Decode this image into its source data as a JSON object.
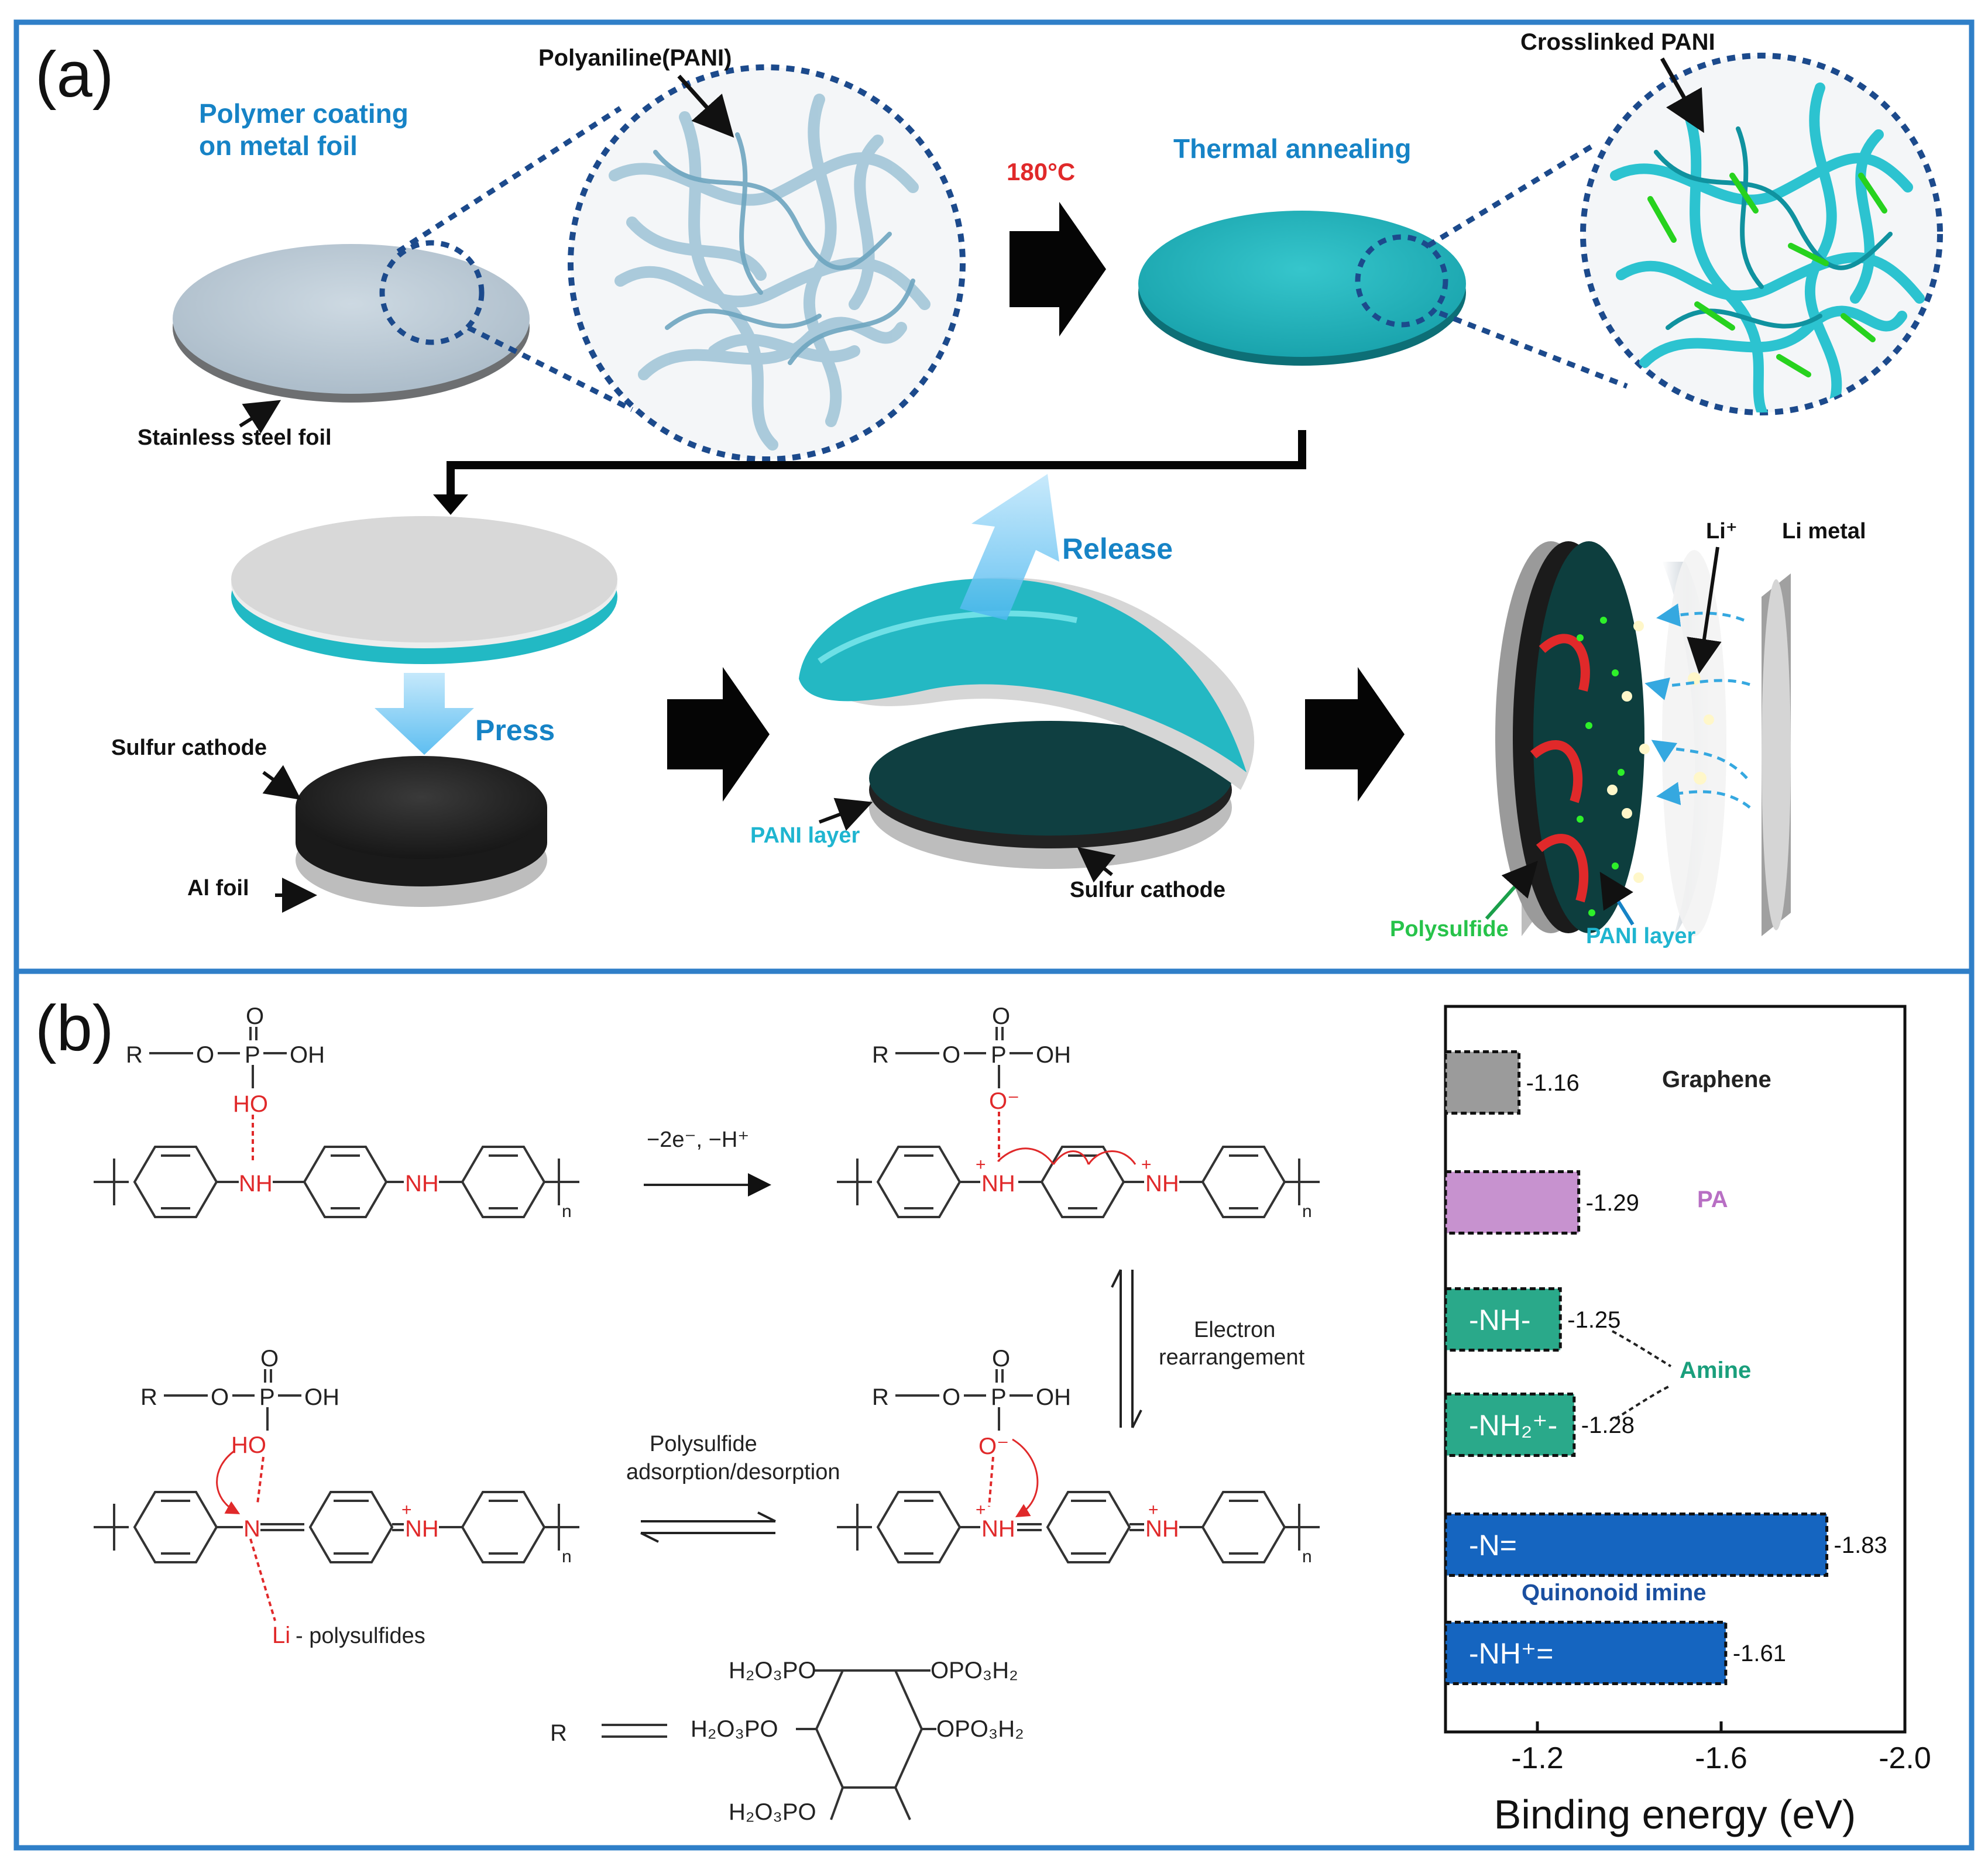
{
  "panel_a": {
    "label": "(a)",
    "polymer_coating_line1": "Polymer coating",
    "polymer_coating_line2": "on metal foil",
    "pani": "Polyaniline(PANI)",
    "temp": "180°C",
    "thermal": "Thermal annealing",
    "crosslinked": "Crosslinked PANI",
    "stainless": "Stainless steel foil",
    "release": "Release",
    "press": "Press",
    "sulfur_cathode_1": "Sulfur cathode",
    "al_foil": "Al foil",
    "pani_layer_1": "PANI layer",
    "sulfur_cathode_2": "Sulfur cathode",
    "li_ion": "Li⁺",
    "li_metal": "Li metal",
    "polysulfide": "Polysulfide",
    "pani_layer_2": "PANI layer"
  },
  "panel_b": {
    "label": "(b)",
    "r_group": "R",
    "o": "O",
    "p": "P",
    "oh": "OH",
    "ho": "HO",
    "o_minus": "O⁻",
    "nh": "NH",
    "n": "N",
    "nh_plus": "NH",
    "plus": "+",
    "n_sub": "n",
    "ox_step": "−2e⁻, −H⁺",
    "electron_1": "Electron",
    "electron_2": "rearrangement",
    "poly_ads_1": "Polysulfide",
    "poly_ads_2": "adsorption/desorption",
    "li": "Li",
    "polysulfides": "- polysulfides",
    "r_def": "R",
    "h2o3po": "H₂O₃PO",
    "opo3h2": "OPO₃H₂"
  },
  "chart_data": {
    "type": "bar",
    "orientation": "horizontal",
    "xlabel": "Binding energy (eV)",
    "xlim": [
      -1.0,
      -2.0
    ],
    "xticks": [
      "-1.2",
      "-1.6",
      "-2.0"
    ],
    "xtick_values": [
      -1.2,
      -1.6,
      -2.0
    ],
    "bars": [
      {
        "label": "",
        "value": -1.16,
        "value_label": "-1.16",
        "color": "#9b9b9b"
      },
      {
        "label": "",
        "value": -1.29,
        "value_label": "-1.29",
        "color": "#c792cf"
      },
      {
        "label": "-NH-",
        "value": -1.25,
        "value_label": "-1.25",
        "color": "#2aa98a"
      },
      {
        "label": "-NH₂⁺-",
        "value": -1.28,
        "value_label": "-1.28",
        "color": "#2aa98a"
      },
      {
        "label": "-N=",
        "value": -1.83,
        "value_label": "-1.83",
        "color": "#1565c0"
      },
      {
        "label": "-NH⁺=",
        "value": -1.61,
        "value_label": "-1.61",
        "color": "#1565c0"
      }
    ],
    "group_labels": [
      {
        "text": "Graphene",
        "color": "#222222"
      },
      {
        "text": "PA",
        "color": "#b86fc4"
      },
      {
        "text": "Amine",
        "color": "#1a9f7c"
      },
      {
        "text": "Quinonoid imine",
        "color": "#1a4fa0"
      }
    ]
  },
  "colors": {
    "frame": "#2f7fc8",
    "teal": "#1fb5c0",
    "red": "#e0292a",
    "blue_text": "#1683c6"
  }
}
